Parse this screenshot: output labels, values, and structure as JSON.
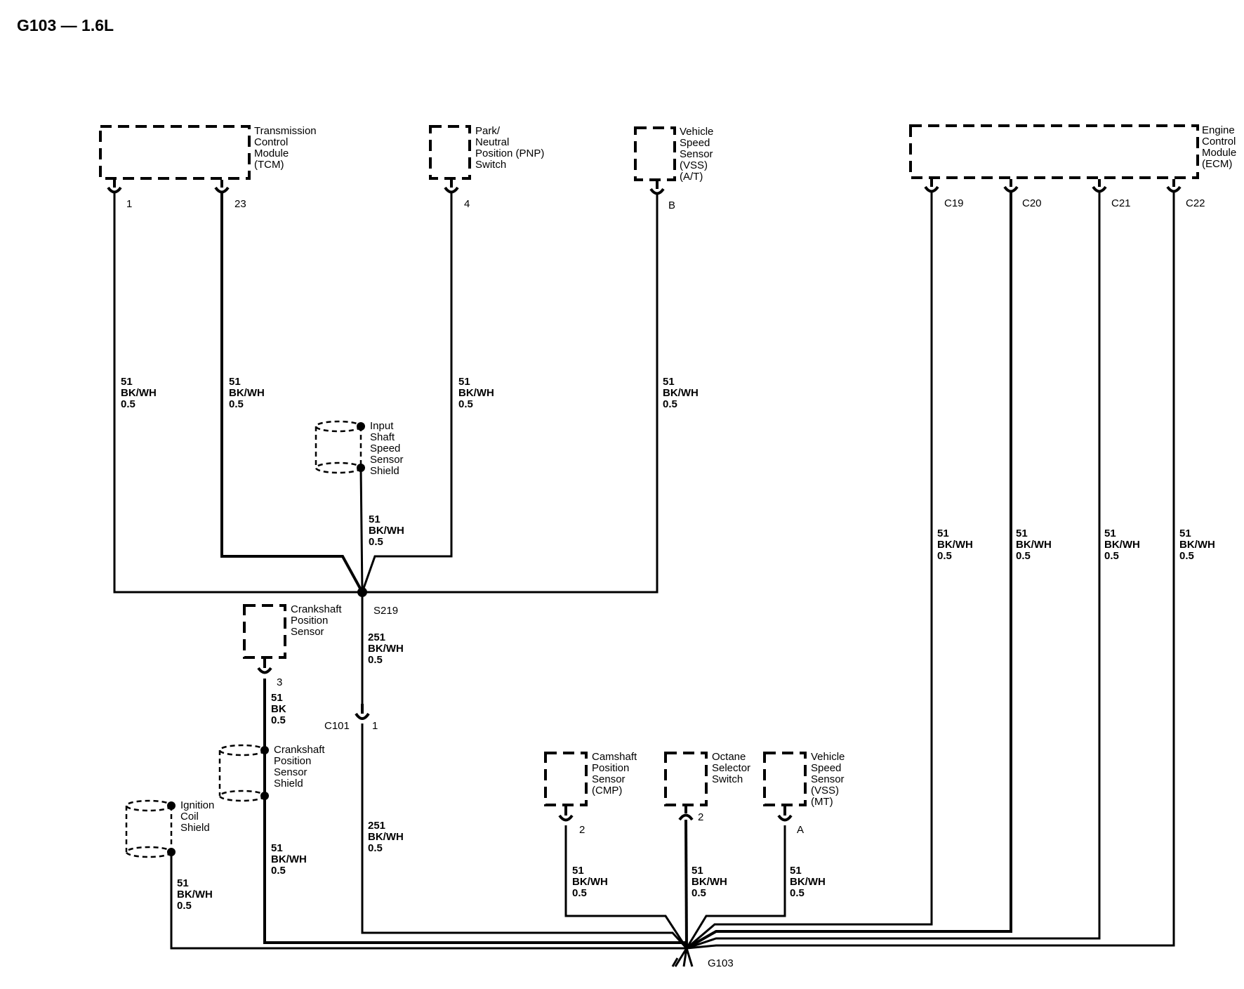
{
  "title": "G103 — 1.6L",
  "components": {
    "tcm": [
      "Transmission",
      "Control",
      "Module",
      "(TCM)"
    ],
    "pnp": [
      "Park/",
      "Neutral",
      "Position (PNP)",
      "Switch"
    ],
    "vss_at": [
      "Vehicle",
      "Speed",
      "Sensor",
      "(VSS)",
      "(A/T)"
    ],
    "ecm": [
      "Engine",
      "Control",
      "Module",
      "(ECM)"
    ],
    "issp_shield": [
      "Input",
      "Shaft",
      "Speed",
      "Sensor",
      "Shield"
    ],
    "ckp": [
      "Crankshaft",
      "Position",
      "Sensor"
    ],
    "ckp_shield": [
      "Crankshaft",
      "Position",
      "Sensor",
      "Shield"
    ],
    "ign_shield": [
      "Ignition",
      "Coil",
      "Shield"
    ],
    "cmp": [
      "Camshaft",
      "Position",
      "Sensor",
      "(CMP)"
    ],
    "octane": [
      "Octane",
      "Selector",
      "Switch"
    ],
    "vss_mt": [
      "Vehicle",
      "Speed",
      "Sensor",
      "(VSS)",
      "(MT)"
    ]
  },
  "pins": {
    "tcm_1": "1",
    "tcm_23": "23",
    "pnp_4": "4",
    "vss_at_b": "B",
    "ecm_c19": "C19",
    "ecm_c20": "C20",
    "ecm_c21": "C21",
    "ecm_c22": "C22",
    "ckp_3": "3",
    "c101_pin": "1",
    "cmp_2": "2",
    "octane_2": "2",
    "vss_mt_a": "A"
  },
  "splice": "S219",
  "connector": "C101",
  "ground": "G103",
  "wires": {
    "tcm_1": [
      "51",
      "BK/WH",
      "0.5"
    ],
    "tcm_23": [
      "51",
      "BK/WH",
      "0.5"
    ],
    "pnp": [
      "51",
      "BK/WH",
      "0.5"
    ],
    "vss_at": [
      "51",
      "BK/WH",
      "0.5"
    ],
    "issp": [
      "51",
      "BK/WH",
      "0.5"
    ],
    "s219_out": [
      "251",
      "BK/WH",
      "0.5"
    ],
    "c101_out": [
      "251",
      "BK/WH",
      "0.5"
    ],
    "ckp": [
      "51",
      "BK",
      "0.5"
    ],
    "ckp_shield_out": [
      "51",
      "BK/WH",
      "0.5"
    ],
    "ign_shield": [
      "51",
      "BK/WH",
      "0.5"
    ],
    "ecm_c19": [
      "51",
      "BK/WH",
      "0.5"
    ],
    "ecm_c20": [
      "51",
      "BK/WH",
      "0.5"
    ],
    "ecm_c21": [
      "51",
      "BK/WH",
      "0.5"
    ],
    "ecm_c22": [
      "51",
      "BK/WH",
      "0.5"
    ],
    "cmp": [
      "51",
      "BK/WH",
      "0.5"
    ],
    "octane": [
      "51",
      "BK/WH",
      "0.5"
    ],
    "vss_mt": [
      "51",
      "BK/WH",
      "0.5"
    ]
  }
}
